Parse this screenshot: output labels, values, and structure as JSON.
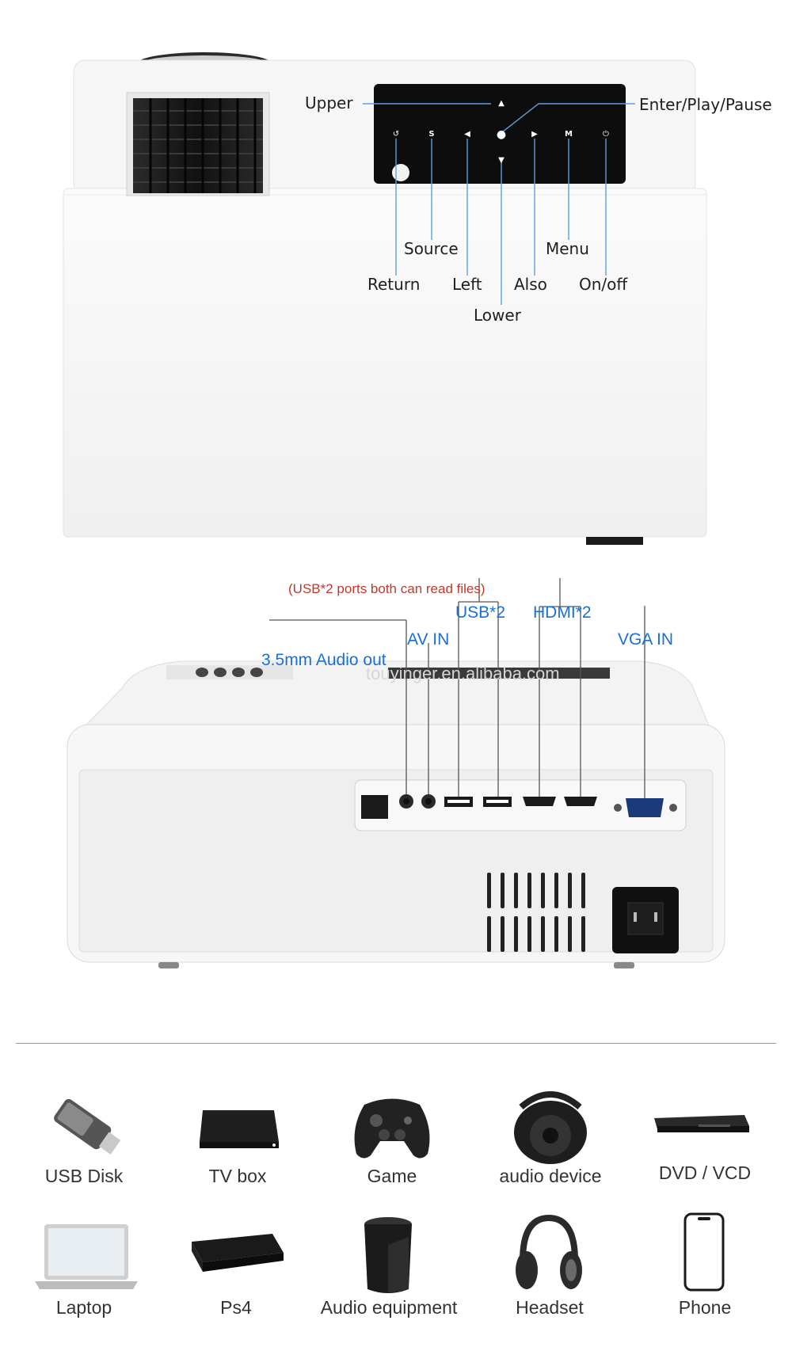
{
  "top_panel": {
    "labels": {
      "upper": "Upper",
      "enter": "Enter/Play/Pause",
      "source": "Source",
      "menu": "Menu",
      "return": "Return",
      "left": "Left",
      "also": "Also",
      "onoff": "On/off",
      "lower": "Lower"
    },
    "button_glyphs": {
      "return": "↺",
      "source": "S",
      "left": "◀",
      "ok": "●",
      "right": "▶",
      "menu": "M",
      "power": "⏻",
      "up": "▲",
      "down": "▼"
    }
  },
  "rear_panel": {
    "note": "(USB*2 ports both can read files)",
    "audio_out": "3.5mm Audio out",
    "av_in": "AV IN",
    "usb": "USB*2",
    "hdmi": "HDMI*2",
    "vga": "VGA IN",
    "watermark": "touyinger.en.alibaba.com"
  },
  "devices": [
    {
      "label": "USB Disk",
      "icon": "usb-disk-icon"
    },
    {
      "label": "TV box",
      "icon": "tv-box-icon"
    },
    {
      "label": "Game",
      "icon": "gamepad-icon"
    },
    {
      "label": "audio device",
      "icon": "speaker-icon"
    },
    {
      "label": "DVD / VCD",
      "icon": "dvd-player-icon"
    },
    {
      "label": "Laptop",
      "icon": "laptop-icon"
    },
    {
      "label": "Ps4",
      "icon": "ps4-icon"
    },
    {
      "label": "Audio equipment",
      "icon": "audio-equipment-icon"
    },
    {
      "label": "Headset",
      "icon": "headset-icon"
    },
    {
      "label": "Phone",
      "icon": "phone-icon"
    }
  ],
  "colors": {
    "label_blue": "#1a6fd4",
    "note_red": "#c0392b",
    "panel_black": "#0d0d0d",
    "body_white": "#ffffff"
  }
}
